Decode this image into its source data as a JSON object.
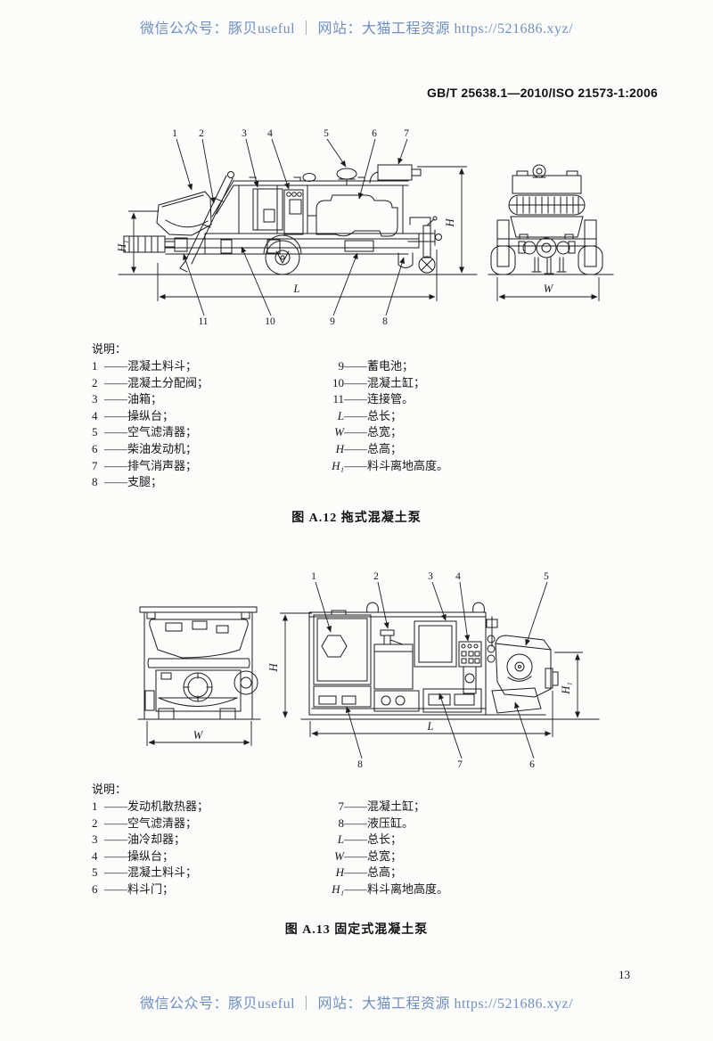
{
  "watermark": {
    "text": "微信公众号：豚贝useful ｜ 网站：大猫工程资源 https://521686.xyz/"
  },
  "header": {
    "standard_code": "GB/T 25638.1—2010/ISO 21573-1:2006"
  },
  "footer": {
    "page_number": "13"
  },
  "figure_a12": {
    "caption": "图 A.12  拖式混凝土泵",
    "legend_title": "说明：",
    "callouts_top": [
      "1",
      "2",
      "3",
      "4",
      "5",
      "6",
      "7"
    ],
    "callouts_bottom": [
      "11",
      "10",
      "9",
      "8"
    ],
    "dims": {
      "L": "L",
      "W": "W",
      "H": "H",
      "H1": "H₁"
    },
    "legend_left": [
      {
        "key": "1",
        "label": "——混凝土料斗；"
      },
      {
        "key": "2",
        "label": "——混凝土分配阀；"
      },
      {
        "key": "3",
        "label": "——油箱；"
      },
      {
        "key": "4",
        "label": "——操纵台；"
      },
      {
        "key": "5",
        "label": "——空气滤清器；"
      },
      {
        "key": "6",
        "label": "——柴油发动机；"
      },
      {
        "key": "7",
        "label": "——排气消声器；"
      },
      {
        "key": "8",
        "label": "——支腿；"
      }
    ],
    "legend_right": [
      {
        "key": "9",
        "label": "——蓄电池；"
      },
      {
        "key": "10",
        "label": "——混凝土缸；"
      },
      {
        "key": "11",
        "label": "——连接管。"
      },
      {
        "key": "L",
        "label": "——总长；"
      },
      {
        "key": "W",
        "label": "——总宽；"
      },
      {
        "key": "H",
        "label": "——总高；"
      },
      {
        "key": "H₁",
        "label": "——料斗离地高度。"
      }
    ]
  },
  "figure_a13": {
    "caption": "图 A.13  固定式混凝土泵",
    "legend_title": "说明：",
    "callouts_top": [
      "1",
      "2",
      "3",
      "4",
      "5"
    ],
    "callouts_bottom": [
      "8",
      "7",
      "6"
    ],
    "dims": {
      "L": "L",
      "W": "W",
      "H": "H",
      "H1": "H₁"
    },
    "legend_left": [
      {
        "key": "1",
        "label": "——发动机散热器；"
      },
      {
        "key": "2",
        "label": "——空气滤清器；"
      },
      {
        "key": "3",
        "label": "——油冷却器；"
      },
      {
        "key": "4",
        "label": "——操纵台；"
      },
      {
        "key": "5",
        "label": "——混凝土料斗；"
      },
      {
        "key": "6",
        "label": "——料斗门；"
      }
    ],
    "legend_right": [
      {
        "key": "7",
        "label": "——混凝土缸；"
      },
      {
        "key": "8",
        "label": "——液压缸。"
      },
      {
        "key": "L",
        "label": "——总长；"
      },
      {
        "key": "W",
        "label": "——总宽；"
      },
      {
        "key": "H",
        "label": "——总高；"
      },
      {
        "key": "H₁",
        "label": "——料斗离地高度。"
      }
    ]
  }
}
